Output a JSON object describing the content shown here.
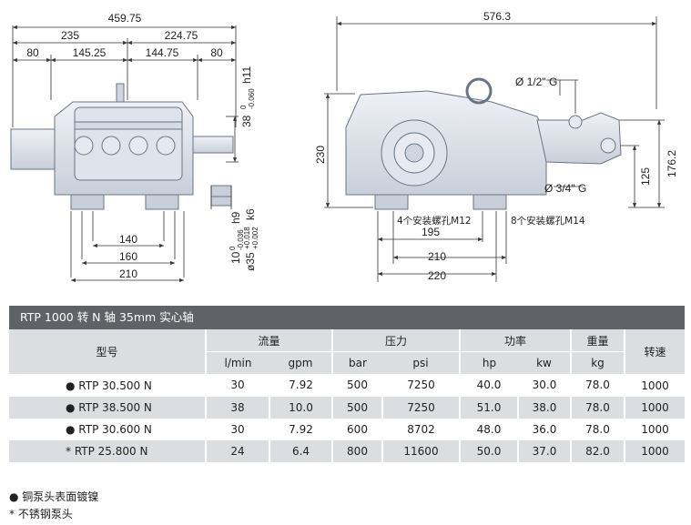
{
  "drawing": {
    "left_view": {
      "dims_top": [
        "459.75",
        "235",
        "224.75",
        "80",
        "145.25",
        "144.75",
        "80"
      ],
      "shaft_tol": [
        "38",
        "0",
        "-0.060",
        "h11"
      ],
      "key_tol": [
        "10",
        "0",
        "-0.036",
        "h9"
      ],
      "shaft_dia": [
        "ø35",
        "+0.018",
        "+0.002",
        "k6"
      ],
      "dims_bottom": [
        "140",
        "160",
        "210"
      ]
    },
    "right_view": {
      "overall": "576.3",
      "height": "230",
      "inlet": "Ø 1/2\" G",
      "outlet": "Ø 3/4\" G",
      "h_176": "176.2",
      "h_125": "125",
      "mount_left": "4个安装螺孔M12",
      "mount_right": "8个安装螺孔M14",
      "dims_bottom": [
        "195",
        "210",
        "220"
      ]
    }
  },
  "spec": {
    "title": "RTP 1000 转 N 轴 35mm 实心轴",
    "headers": {
      "model": "型号",
      "flow": "流量",
      "pressure": "压力",
      "power": "功率",
      "weight": "重量",
      "speed": "转速"
    },
    "units": [
      "l/min",
      "gpm",
      "bar",
      "psi",
      "hp",
      "kw",
      "kg"
    ],
    "rows": [
      [
        "● RTP 30.500 N",
        "30",
        "7.92",
        "500",
        "7250",
        "40.0",
        "30.0",
        "78.0",
        "1000"
      ],
      [
        "● RTP 38.500 N",
        "38",
        "10.0",
        "500",
        "7250",
        "51.0",
        "38.0",
        "78.0",
        "1000"
      ],
      [
        "● RTP 30.600 N",
        "30",
        "7.92",
        "600",
        "8702",
        "48.0",
        "36.0",
        "78.0",
        "1000"
      ],
      [
        "* RTP 25.800 N",
        "24",
        "6.4",
        "800",
        "11600",
        "50.0",
        "37.0",
        "82.0",
        "1000"
      ]
    ]
  },
  "footnotes": [
    "● 铜泵头表面镀镍",
    "* 不锈钢泵头"
  ]
}
